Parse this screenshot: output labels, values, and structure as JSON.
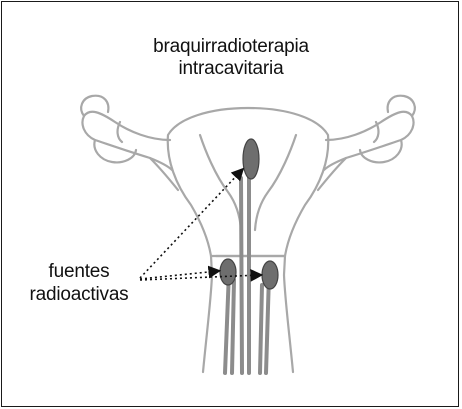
{
  "title": {
    "line1": "braquirradioterapia",
    "line2": "intracavitaria"
  },
  "label": {
    "line1": "fuentes",
    "line2": "radioactivas"
  },
  "colors": {
    "outline": "#a8a8a8",
    "tube": "#8c8c8c",
    "source_fill": "#6e6e6e",
    "text": "#111111",
    "border": "#1a1a1a"
  },
  "icons": {
    "organ": "uterus-outline",
    "sources": "radioactive-seed"
  }
}
